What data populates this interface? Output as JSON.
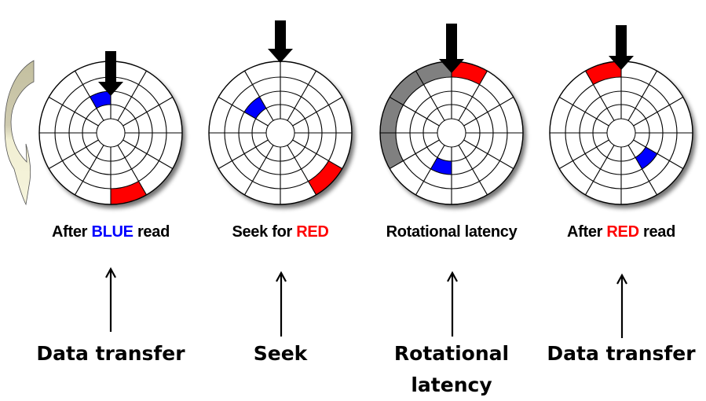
{
  "diagram": {
    "geometry_model": {
      "sectors_per_track": 12,
      "tracks": 4,
      "sector_numbering": "clockwise from the read head at top, sector 0 = 0-30 degrees"
    },
    "colors": {
      "blue_block": "#0000ff",
      "red_block": "#ff0000",
      "rotation_path": "#808080",
      "disk_line": "#000000",
      "disk_fill": "#ffffff",
      "rotation_arrow_top": "#c8c4a8",
      "rotation_arrow_bottom": "#f4f2d8"
    },
    "rotation_arrow": {
      "icon": "curved-rotation-arrow",
      "meaning": "disk rotates"
    },
    "panels": [
      {
        "id": "after-blue-read",
        "caption_parts": [
          {
            "text": "After ",
            "color": "#000000"
          },
          {
            "text": "BLUE",
            "color": "#0000ff"
          },
          {
            "text": " read",
            "color": "#000000"
          }
        ],
        "phase_label": [
          "Data transfer"
        ],
        "blocks": [
          {
            "name": "blue",
            "track": 2,
            "sector_start_deg": 330,
            "sector_end_deg": 360,
            "color": "#0000ff"
          },
          {
            "name": "red",
            "track": 0,
            "sector_start_deg": 150,
            "sector_end_deg": 180,
            "color": "#ff0000"
          }
        ]
      },
      {
        "id": "seek-for-red",
        "caption_parts": [
          {
            "text": "Seek for ",
            "color": "#000000"
          },
          {
            "text": "RED",
            "color": "#ff0000"
          }
        ],
        "phase_label": [
          "Seek"
        ],
        "blocks": [
          {
            "name": "blue",
            "track": 2,
            "sector_start_deg": 300,
            "sector_end_deg": 330,
            "color": "#0000ff"
          },
          {
            "name": "red",
            "track": 0,
            "sector_start_deg": 120,
            "sector_end_deg": 150,
            "color": "#ff0000"
          }
        ]
      },
      {
        "id": "rotational-latency",
        "caption_parts": [
          {
            "text": "Rotational latency",
            "color": "#000000"
          }
        ],
        "phase_label": [
          "Rotational",
          "latency"
        ],
        "blocks": [
          {
            "name": "rotation-path",
            "track": 0,
            "sector_start_deg": 240,
            "sector_end_deg": 360,
            "color": "#808080"
          },
          {
            "name": "red",
            "track": 0,
            "sector_start_deg": 0,
            "sector_end_deg": 30,
            "color": "#ff0000"
          },
          {
            "name": "blue",
            "track": 2,
            "sector_start_deg": 180,
            "sector_end_deg": 210,
            "color": "#0000ff"
          }
        ]
      },
      {
        "id": "after-red-read",
        "caption_parts": [
          {
            "text": "After ",
            "color": "#000000"
          },
          {
            "text": "RED",
            "color": "#ff0000"
          },
          {
            "text": " read",
            "color": "#000000"
          }
        ],
        "phase_label": [
          "Data transfer"
        ],
        "blocks": [
          {
            "name": "red",
            "track": 0,
            "sector_start_deg": 330,
            "sector_end_deg": 360,
            "color": "#ff0000"
          },
          {
            "name": "blue",
            "track": 2,
            "sector_start_deg": 120,
            "sector_end_deg": 150,
            "color": "#0000ff"
          }
        ]
      }
    ]
  }
}
